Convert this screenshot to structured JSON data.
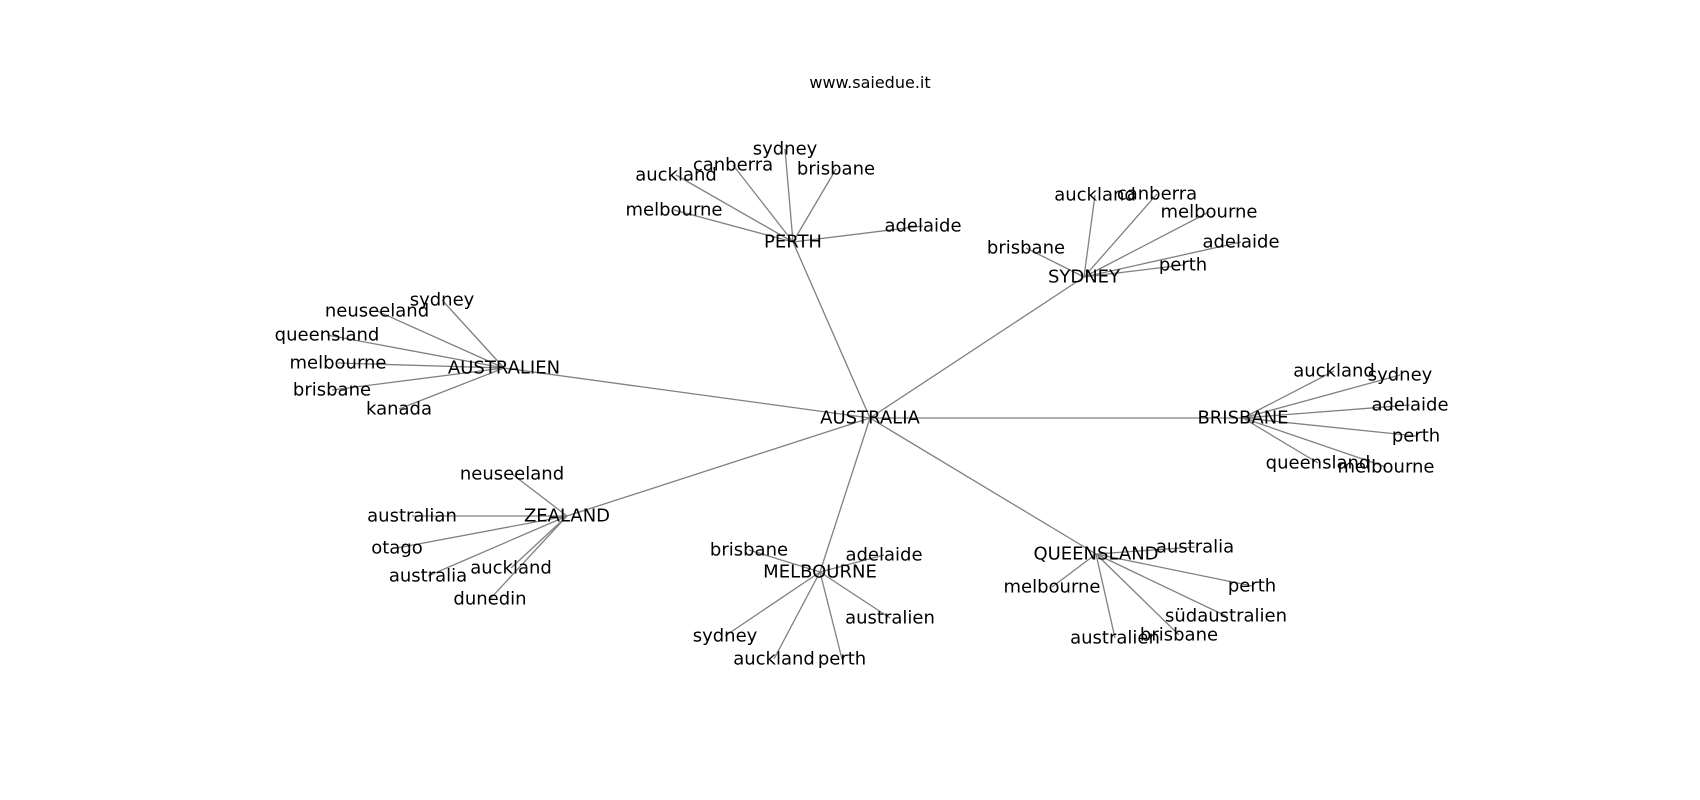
{
  "header": {
    "site": "www.saiedue.it"
  },
  "graph": {
    "root": "AUSTRALIA",
    "hubs": [
      {
        "label": "PERTH",
        "children": [
          "sydney",
          "canberra",
          "auckland",
          "brisbane",
          "melbourne",
          "adelaide"
        ]
      },
      {
        "label": "SYDNEY",
        "children": [
          "auckland",
          "canberra",
          "melbourne",
          "adelaide",
          "brisbane",
          "perth"
        ]
      },
      {
        "label": "AUSTRALIEN",
        "children": [
          "sydney",
          "neuseeland",
          "queensland",
          "melbourne",
          "brisbane",
          "kanada"
        ]
      },
      {
        "label": "BRISBANE",
        "children": [
          "auckland",
          "sydney",
          "adelaide",
          "perth",
          "queensland",
          "melbourne"
        ]
      },
      {
        "label": "ZEALAND",
        "children": [
          "neuseeland",
          "australian",
          "otago",
          "auckland",
          "australia",
          "dunedin"
        ]
      },
      {
        "label": "MELBOURNE",
        "children": [
          "brisbane",
          "adelaide",
          "australien",
          "sydney",
          "auckland",
          "perth"
        ]
      },
      {
        "label": "QUEENSLAND",
        "children": [
          "australia",
          "perth",
          "melbourne",
          "südaustralien",
          "brisbane",
          "australien"
        ]
      }
    ]
  }
}
